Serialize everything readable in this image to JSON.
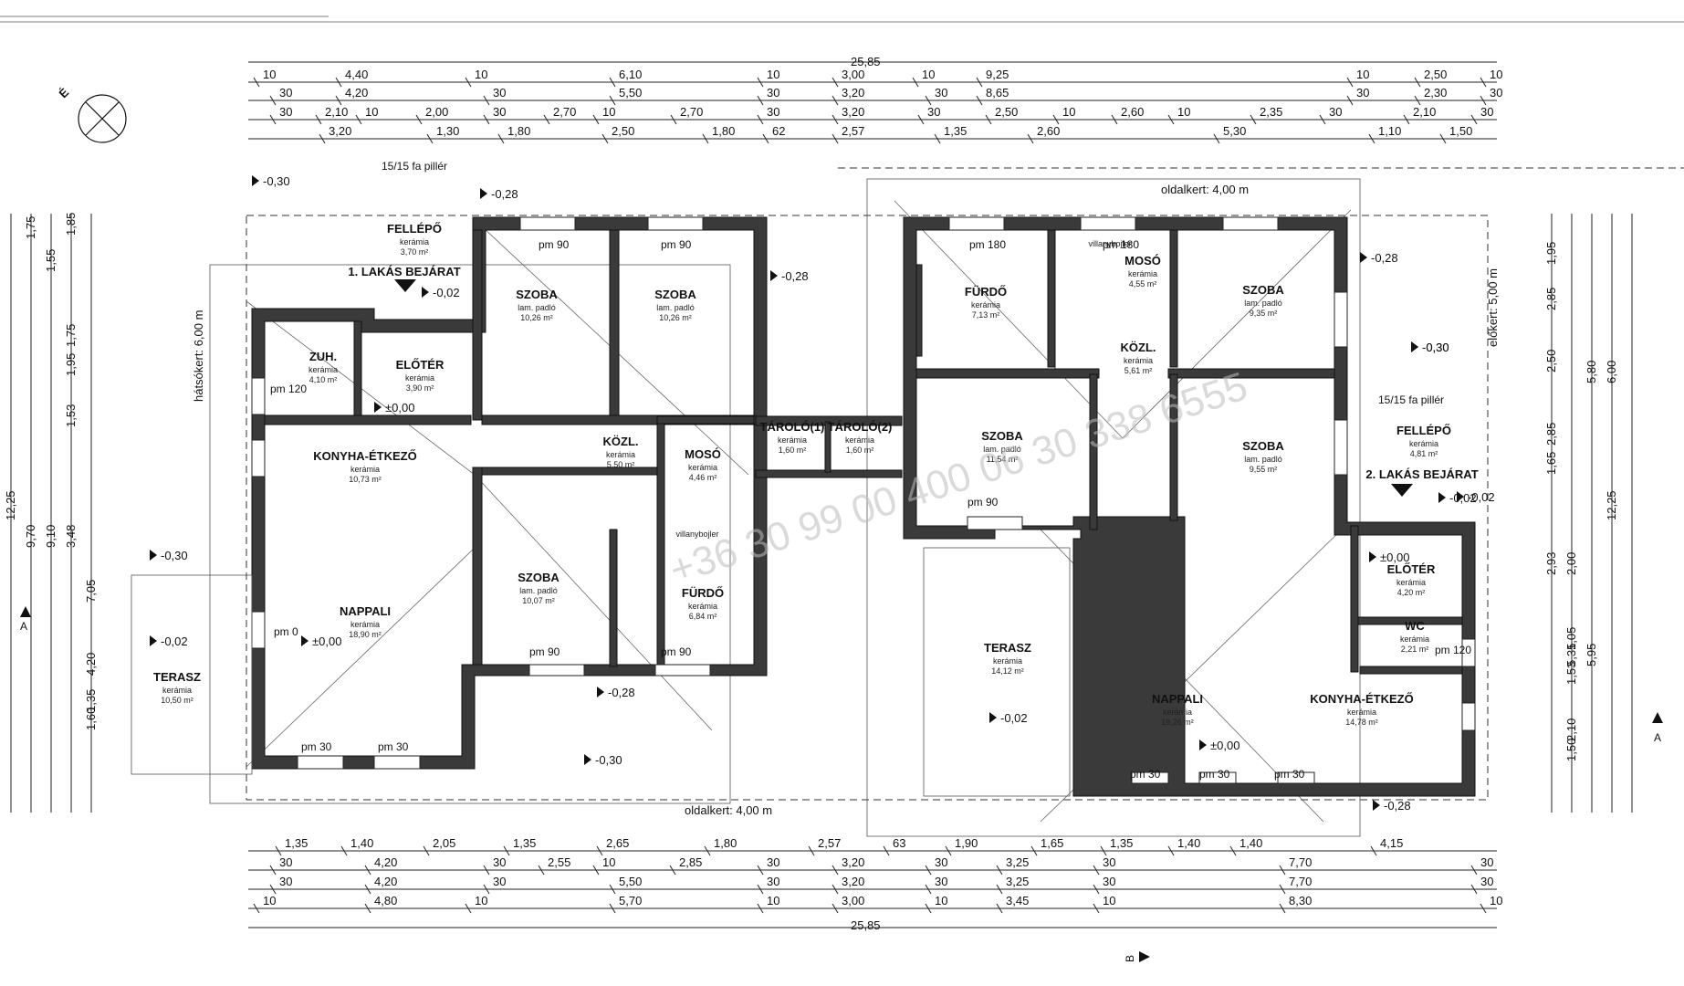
{
  "north_label": "É",
  "watermark": "+36 30 99 00 400 06 30 338 6555",
  "top_total": "25,85",
  "bottom_total": "25,85",
  "rooms": [
    {
      "name": "SZOBA",
      "sub": "lam. padló",
      "area": "10,26 m²"
    },
    {
      "name": "SZOBA",
      "sub": "lam. padló",
      "area": "10,26 m²"
    },
    {
      "name": "SZOBA",
      "sub": "lam. padló",
      "area": "10,07 m²"
    },
    {
      "name": "KONYHA-ÉTKEZŐ",
      "sub": "kerámia",
      "area": "10,73 m²"
    },
    {
      "name": "NAPPALI",
      "sub": "kerámia",
      "area": "18,90 m²"
    },
    {
      "name": "ZUH.",
      "sub": "kerámia",
      "area": "4,10 m²"
    },
    {
      "name": "ELŐTÉR",
      "sub": "kerámia",
      "area": "3,90 m²"
    },
    {
      "name": "FELLÉPŐ",
      "sub": "kerámia",
      "area": "3,70 m²"
    },
    {
      "name": "KÖZL.",
      "sub": "kerámia",
      "area": "5,50 m²"
    },
    {
      "name": "MOSÓ",
      "sub": "kerámia",
      "area": "4,46 m²"
    },
    {
      "name": "FÜRDŐ",
      "sub": "kerámia",
      "area": "6,84 m²"
    },
    {
      "name": "TERASZ",
      "sub": "kerámia",
      "area": "10,50 m²"
    },
    {
      "name": "TÁROLÓ(1)",
      "sub": "kerámia",
      "area": "1,60 m²"
    },
    {
      "name": "TÁROLÓ(2)",
      "sub": "kerámia",
      "area": "1,60 m²"
    },
    {
      "name": "FÜRDŐ",
      "sub": "kerámia",
      "area": "7,13 m²"
    },
    {
      "name": "MOSÓ",
      "sub": "kerámia",
      "area": "4,55 m²"
    },
    {
      "name": "SZOBA",
      "sub": "lam. padló",
      "area": "9,35 m²"
    },
    {
      "name": "KÖZL.",
      "sub": "kerámia",
      "area": "5,61 m²"
    },
    {
      "name": "SZOBA",
      "sub": "lam. padló",
      "area": "11,54 m²"
    },
    {
      "name": "SZOBA",
      "sub": "lam. padló",
      "area": "9,55 m²"
    },
    {
      "name": "FELLÉPŐ",
      "sub": "kerámia",
      "area": "4,81 m²"
    },
    {
      "name": "ELŐTÉR",
      "sub": "kerámia",
      "area": "4,20 m²"
    },
    {
      "name": "WC",
      "sub": "kerámia",
      "area": "2,21 m²"
    },
    {
      "name": "TERASZ",
      "sub": "kerámia",
      "area": "14,12 m²"
    },
    {
      "name": "NAPPALI",
      "sub": "kerámia",
      "area": "19,26 m²"
    },
    {
      "name": "KONYHA-ÉTKEZŐ",
      "sub": "kerámia",
      "area": "14,78 m²"
    }
  ],
  "labels": {
    "entrance1": "1. LAKÁS BEJÁRAT",
    "entrance2": "2. LAKÁS BEJÁRAT",
    "pillar1": "15/15 fa pillér",
    "pillar2": "15/15 fa pillér",
    "sidegarden_top": "oldalkert: 4,00 m",
    "sidegarden_bottom": "oldalkert: 4,00 m",
    "frontgarden": "előkert: 5,00 m",
    "backgarden": "hátsókert: 6,00 m",
    "boiler1": "villanybojler",
    "boiler2": "villanybojler",
    "section_a": "A",
    "section_b": "B"
  },
  "levels": [
    "-0,30",
    "-0,28",
    "-0,28",
    "-0,02",
    "±0,00",
    "-0,30",
    "-0,02",
    "-0,28",
    "-0,30",
    "-0,30",
    "±0,00",
    "-0,02",
    "±0,00",
    "-0,02",
    "-0,28",
    "-0,28",
    "±0,00",
    "-0,02",
    "-0,30"
  ],
  "dims": {
    "top1": [
      "10",
      "4,40",
      "10",
      "6,10",
      "10",
      "3,00",
      "10",
      "9,25",
      "10",
      "2,50",
      "10"
    ],
    "top2": [
      "30",
      "4,20",
      "30",
      "5,50",
      "30",
      "3,20",
      "30",
      "8,65",
      "30",
      "2,30",
      "30"
    ],
    "top3": [
      "30",
      "2,10",
      "10",
      "2,00",
      "30",
      "2,70",
      "10",
      "2,70",
      "30",
      "3,20",
      "30",
      "2,50",
      "10",
      "2,60",
      "10",
      "2,35",
      "30",
      "2,10",
      "30"
    ],
    "top4": [
      "3,20",
      "1,30",
      "1,80",
      "2,50",
      "1,80",
      "62",
      "2,57",
      "1,35",
      "2,60",
      "5,30",
      "1,10",
      "1,50"
    ],
    "bot1": [
      "1,35",
      "1,40",
      "2,05",
      "1,35",
      "2,65",
      "1,80",
      "2,57",
      "63",
      "1,90",
      "1,65",
      "1,35",
      "1,40",
      "1,40",
      "4,15"
    ],
    "bot2": [
      "30",
      "4,20",
      "30",
      "2,55",
      "10",
      "2,85",
      "30",
      "3,20",
      "30",
      "3,25",
      "30",
      "7,70",
      "30"
    ],
    "bot3": [
      "30",
      "4,20",
      "30",
      "5,50",
      "30",
      "3,20",
      "30",
      "3,25",
      "30",
      "7,70",
      "30"
    ],
    "bot4": [
      "10",
      "4,80",
      "10",
      "5,70",
      "10",
      "3,00",
      "10",
      "3,45",
      "10",
      "8,30",
      "10"
    ],
    "left_outer": "12,25",
    "left_mid": [
      "9,70",
      "9,10"
    ],
    "left_in": [
      "1,75",
      "1,55",
      "1,85",
      "1,75",
      "1,95",
      "1,53",
      "3,48",
      "7,05",
      "4,20",
      "1,35",
      "1,60"
    ],
    "right_outer": "12,25",
    "right_mid": [
      "5,80",
      "6,00"
    ],
    "right_in": [
      "1,95",
      "2,85",
      "2,50",
      "2,85",
      "1,65",
      "2,93",
      "2,00",
      "1,05",
      "1,53",
      "2,10",
      "1,50"
    ],
    "right_col": [
      "5,35",
      "5,95"
    ],
    "misc": [
      "pm 90",
      "pm 90",
      "pm 90",
      "pm 90",
      "pm 30",
      "pm 30",
      "pm 180",
      "pm 180",
      "pm 90",
      "pm 30",
      "pm 30",
      "pm 30",
      "pm 0",
      "pm 120",
      "pm 120"
    ]
  },
  "colors": {
    "wall": "#3a3a3a",
    "ink": "#111111",
    "watermark": "#bdbdbd"
  }
}
